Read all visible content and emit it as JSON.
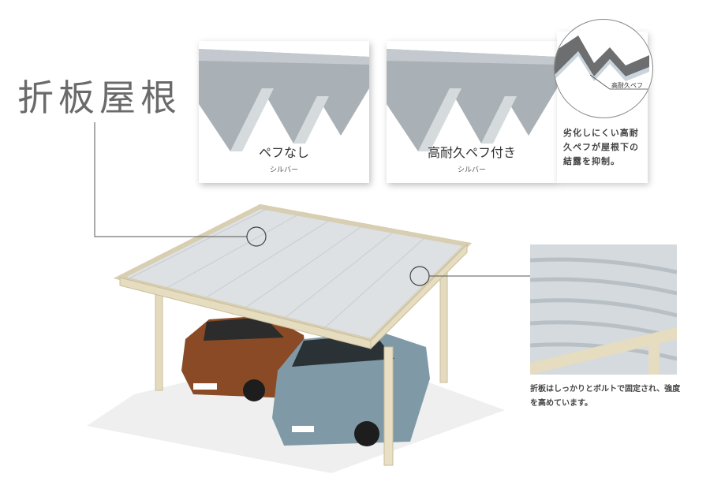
{
  "title": "折板屋根",
  "panels": [
    {
      "label": "ペフなし",
      "color": "シルバー"
    },
    {
      "label": "高耐久ペフ付き",
      "color": "シルバー"
    }
  ],
  "closeup": {
    "callout": "高耐久ペフ",
    "description": "劣化しにくい高耐久ペフが屋根下の結露を抑制。"
  },
  "bolt_detail": {
    "caption": "折板はしっかりとボルトで固定され、強度を高めています。"
  },
  "colors": {
    "frame": "#e6dcc0",
    "roof": "#d9dde0",
    "title": "#6a6a6a"
  }
}
